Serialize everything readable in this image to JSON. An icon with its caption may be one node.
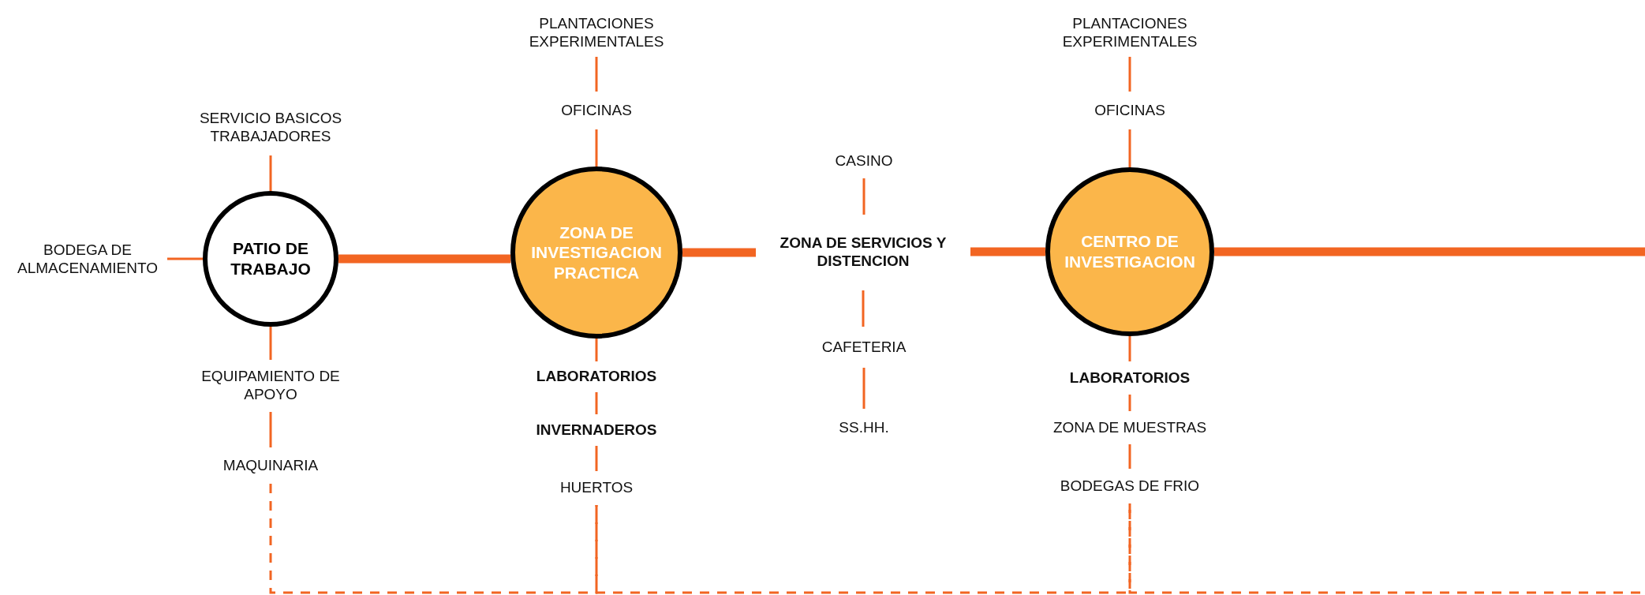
{
  "diagram": {
    "nodes": [
      {
        "text": [
          "PATIO DE TRABAJO"
        ]
      },
      {
        "text": [
          "ZONA DE INVESTIGACION PRACTICA"
        ]
      },
      {
        "text": [
          "ZONA DE SERVICIOS Y DISTENCION"
        ]
      },
      {
        "text": [
          "CENTRO DE INVESTIGACION"
        ]
      },
      {
        "text": [
          "SERVICIO BASICOS TRABAJADORES"
        ]
      },
      {
        "text": [
          "BODEGA DE ALMACENAMIENTO"
        ]
      },
      {
        "text": [
          "EQUIPAMIENTO DE APOYO"
        ]
      },
      {
        "text": [
          "MAQUINARIA"
        ]
      },
      {
        "text": [
          "PLANTACIONES EXPERIMENTALES"
        ]
      },
      {
        "text": [
          "OFICINAS"
        ]
      },
      {
        "text": [
          "LABORATORIOS"
        ]
      },
      {
        "text": [
          "INVERNADEROS"
        ]
      },
      {
        "text": [
          "HUERTOS"
        ]
      },
      {
        "text": [
          "CASINO"
        ]
      },
      {
        "text": [
          "CAFETERIA"
        ]
      },
      {
        "text": [
          "SS.HH."
        ]
      },
      {
        "text": [
          "PLANTACIONES EXPERIMENTALES"
        ]
      },
      {
        "text": [
          "OFICINAS"
        ]
      },
      {
        "text": [
          "LABORATORIOS"
        ]
      },
      {
        "text": [
          "ZONA DE MUESTRAS"
        ]
      },
      {
        "text": [
          "BODEGAS DE FRIO"
        ]
      }
    ],
    "edges": [
      {
        "from": 0,
        "to": 1,
        "arrow": "none",
        "style": "thick"
      },
      {
        "from": 1,
        "to": 2,
        "arrow": "none",
        "style": "thick"
      },
      {
        "from": 2,
        "to": 3,
        "arrow": "none",
        "style": "thick"
      },
      {
        "from": 3,
        "to": null,
        "arrow": "none",
        "style": "thick"
      },
      {
        "from": 4,
        "to": 0,
        "arrow": "none"
      },
      {
        "from": 5,
        "to": 0,
        "arrow": "none"
      },
      {
        "from": 0,
        "to": 6,
        "arrow": "none"
      },
      {
        "from": 6,
        "to": 7,
        "arrow": "none"
      },
      {
        "from": 8,
        "to": 9,
        "arrow": "none"
      },
      {
        "from": 9,
        "to": 1,
        "arrow": "none"
      },
      {
        "from": 1,
        "to": 10,
        "arrow": "none"
      },
      {
        "from": 10,
        "to": 11,
        "arrow": "none"
      },
      {
        "from": 11,
        "to": 12,
        "arrow": "none"
      },
      {
        "from": 13,
        "to": 2,
        "arrow": "none"
      },
      {
        "from": 2,
        "to": 14,
        "arrow": "none"
      },
      {
        "from": 14,
        "to": 15,
        "arrow": "none"
      },
      {
        "from": 16,
        "to": 17,
        "arrow": "none"
      },
      {
        "from": 17,
        "to": 3,
        "arrow": "none"
      },
      {
        "from": 3,
        "to": 18,
        "arrow": "none"
      },
      {
        "from": 18,
        "to": 19,
        "arrow": "none"
      },
      {
        "from": 19,
        "to": 20,
        "arrow": "none"
      },
      {
        "from": 7,
        "to": 12,
        "arrow": "none",
        "style": "dashed"
      },
      {
        "from": 12,
        "to": 20,
        "arrow": "none",
        "style": "dashed"
      },
      {
        "from": 20,
        "to": null,
        "arrow": "none",
        "style": "dashed"
      }
    ]
  }
}
